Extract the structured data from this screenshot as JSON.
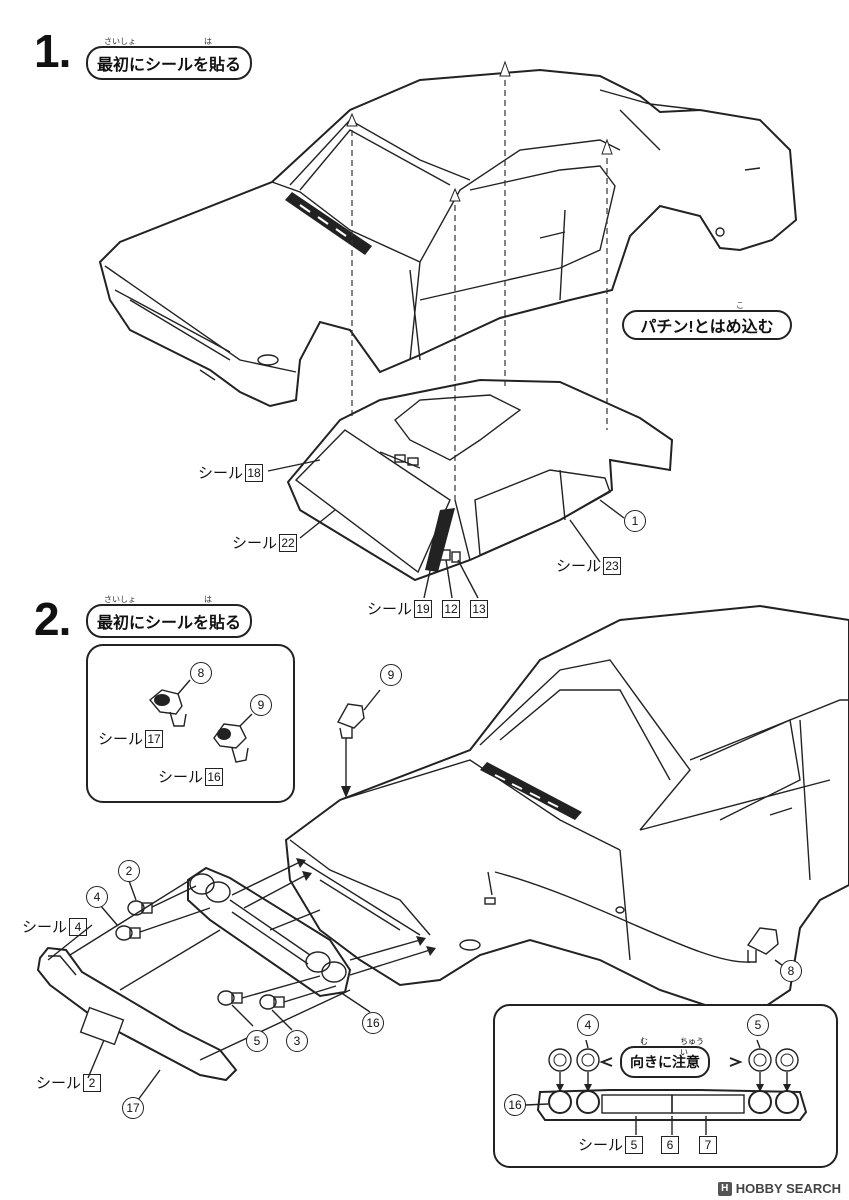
{
  "step1": {
    "number": "1.",
    "heading": "最初にシールを貼る",
    "ruby_left": "さいしょ",
    "ruby_right": "は",
    "snap_note": "パチン!とはめ込む",
    "snap_ruby": "こ",
    "labels": {
      "seal_word": "シール",
      "s18": "18",
      "s22": "22",
      "s23": "23",
      "s19": "19",
      "s12": "12",
      "s13": "13",
      "part1": "1"
    }
  },
  "step2": {
    "number": "2.",
    "heading": "最初にシールを貼る",
    "ruby_left": "さいしょ",
    "ruby_right": "は",
    "labels": {
      "seal_word": "シール",
      "p8": "8",
      "p9": "9",
      "s17": "17",
      "s16": "16",
      "p2": "2",
      "p4": "4",
      "s4": "4",
      "p5": "5",
      "p3": "3",
      "p16": "16",
      "s2": "2",
      "p17": "17"
    },
    "inset": {
      "note": "向きに注意",
      "note_ruby_left": "む",
      "note_ruby_right": "ちゅうい",
      "p4": "4",
      "p5": "5",
      "p16": "16",
      "s5": "5",
      "s6": "6",
      "s7": "7"
    }
  },
  "watermark": "HOBBY SEARCH"
}
